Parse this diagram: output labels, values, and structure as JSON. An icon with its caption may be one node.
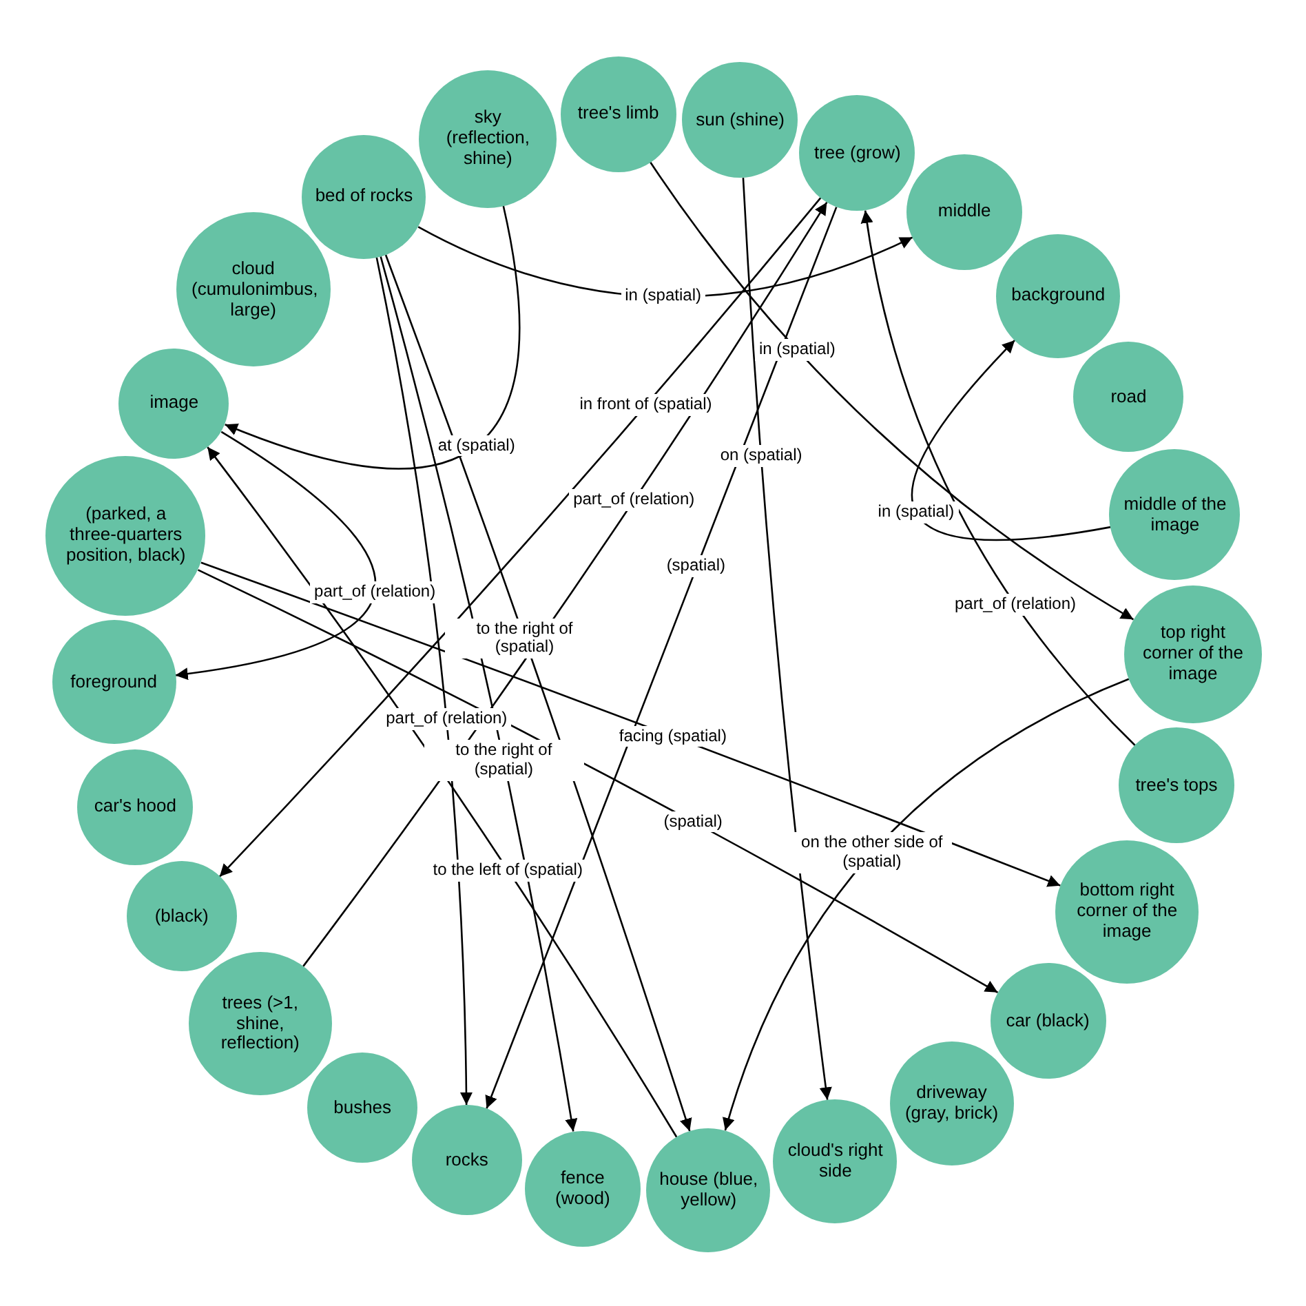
{
  "diagram": {
    "nodes": [
      {
        "text": [
          "sky (reflection, shine)"
        ]
      },
      {
        "text": [
          "tree's limb"
        ]
      },
      {
        "text": [
          "sun (shine)"
        ]
      },
      {
        "text": [
          "tree (grow)"
        ]
      },
      {
        "text": [
          "middle"
        ]
      },
      {
        "text": [
          "background"
        ]
      },
      {
        "text": [
          "road"
        ]
      },
      {
        "text": [
          "middle of the image"
        ]
      },
      {
        "text": [
          "top right corner of the image"
        ]
      },
      {
        "text": [
          "tree's tops"
        ]
      },
      {
        "text": [
          "bottom right corner of the image"
        ]
      },
      {
        "text": [
          "car (black)"
        ]
      },
      {
        "text": [
          "driveway (gray, brick)"
        ]
      },
      {
        "text": [
          "cloud's right side"
        ]
      },
      {
        "text": [
          "house (blue, yellow)"
        ]
      },
      {
        "text": [
          "fence (wood)"
        ]
      },
      {
        "text": [
          "rocks"
        ]
      },
      {
        "text": [
          "bushes"
        ]
      },
      {
        "text": [
          "trees (>1, shine, reflection)"
        ]
      },
      {
        "text": [
          "(black)"
        ]
      },
      {
        "text": [
          "car's hood"
        ]
      },
      {
        "text": [
          "foreground"
        ]
      },
      {
        "text": [
          "(parked, a three-quarters position, black)"
        ]
      },
      {
        "text": [
          "image"
        ]
      },
      {
        "text": [
          "cloud (cumulonimbus, large)"
        ]
      },
      {
        "text": [
          "bed of rocks"
        ]
      }
    ],
    "edges": [
      {
        "from": 25,
        "to": 4,
        "arrow": "to",
        "label": "in (spatial)"
      },
      {
        "from": 1,
        "to": 8,
        "arrow": "to",
        "label": "in (spatial)"
      },
      {
        "from": 9,
        "to": 3,
        "arrow": "to",
        "label": "part_of (relation)"
      },
      {
        "from": 7,
        "to": 5,
        "arrow": "to",
        "label": "in (spatial)"
      },
      {
        "from": 8,
        "to": 14,
        "arrow": "to",
        "label": "on the other side of (spatial)"
      },
      {
        "from": 2,
        "to": 13,
        "arrow": "to",
        "label": "on (spatial)"
      },
      {
        "from": 22,
        "to": 10,
        "arrow": "to",
        "label": "facing (spatial)"
      },
      {
        "from": 22,
        "to": 11,
        "arrow": "to",
        "label": "(spatial)"
      },
      {
        "from": 25,
        "to": 16,
        "arrow": "to",
        "label": "part_of (relation)"
      },
      {
        "from": 25,
        "to": 15,
        "arrow": "to",
        "label": "to the right of (spatial)"
      },
      {
        "from": 25,
        "to": 14,
        "arrow": "to",
        "label": "to the right of (spatial)"
      },
      {
        "from": 3,
        "to": 16,
        "arrow": "to",
        "label": "(spatial)"
      },
      {
        "from": 3,
        "to": 19,
        "arrow": "to",
        "label": "in front of (spatial)"
      },
      {
        "from": 18,
        "to": 3,
        "arrow": "to",
        "label": "part_of (relation)"
      },
      {
        "from": 23,
        "to": 21,
        "arrow": "to",
        "label": "part_of (relation)"
      },
      {
        "from": 0,
        "to": 23,
        "arrow": "to",
        "label": "at (spatial)"
      },
      {
        "from": 14,
        "to": 23,
        "arrow": "to",
        "label": "to the left of (spatial)"
      }
    ]
  }
}
